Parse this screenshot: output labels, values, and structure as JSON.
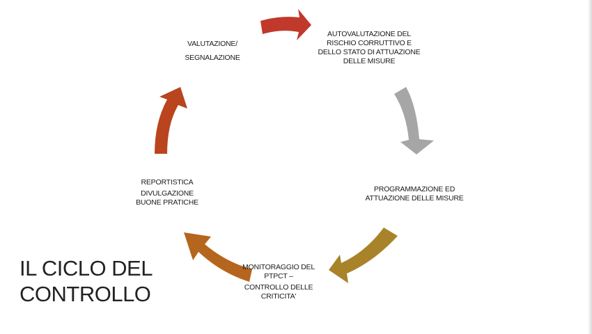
{
  "title_lines": [
    "IL CICLO DEL",
    "CONTROLLO"
  ],
  "nodes": [
    {
      "id": "valutazione",
      "lines": [
        "VALUTAZIONE/",
        "SEGNALAZIONE"
      ]
    },
    {
      "id": "autovalutazione",
      "lines": [
        "AUTOVALUTAZIONE DEL",
        "RISCHIO CORRUTTIVO E",
        "DELLO STATO DI ATTUAZIONE",
        "DELLE MISURE"
      ]
    },
    {
      "id": "programmazione",
      "lines": [
        "PROGRAMMAZIONE ED",
        "ATTUAZIONE DELLE MISURE"
      ]
    },
    {
      "id": "monitoraggio",
      "lines": [
        "MONITORAGGIO DEL",
        "PTPCT –",
        "CONTROLLO DELLE",
        "CRITICITA'"
      ]
    },
    {
      "id": "reportistica",
      "lines": [
        "REPORTISTICA",
        "DIVULGAZIONE",
        "BUONE PRATICHE"
      ]
    }
  ],
  "arrows": [
    {
      "from": "valutazione",
      "to": "autovalutazione",
      "color": "#C0392B",
      "icon": "curved-arrow-icon"
    },
    {
      "from": "autovalutazione",
      "to": "programmazione",
      "color": "#A6A6A6",
      "icon": "curved-arrow-icon"
    },
    {
      "from": "programmazione",
      "to": "monitoraggio",
      "color": "#A8832A",
      "icon": "curved-arrow-icon"
    },
    {
      "from": "monitoraggio",
      "to": "reportistica",
      "color": "#B5651D",
      "icon": "curved-arrow-icon"
    },
    {
      "from": "reportistica",
      "to": "valutazione",
      "color": "#B9441E",
      "icon": "curved-arrow-icon"
    }
  ]
}
